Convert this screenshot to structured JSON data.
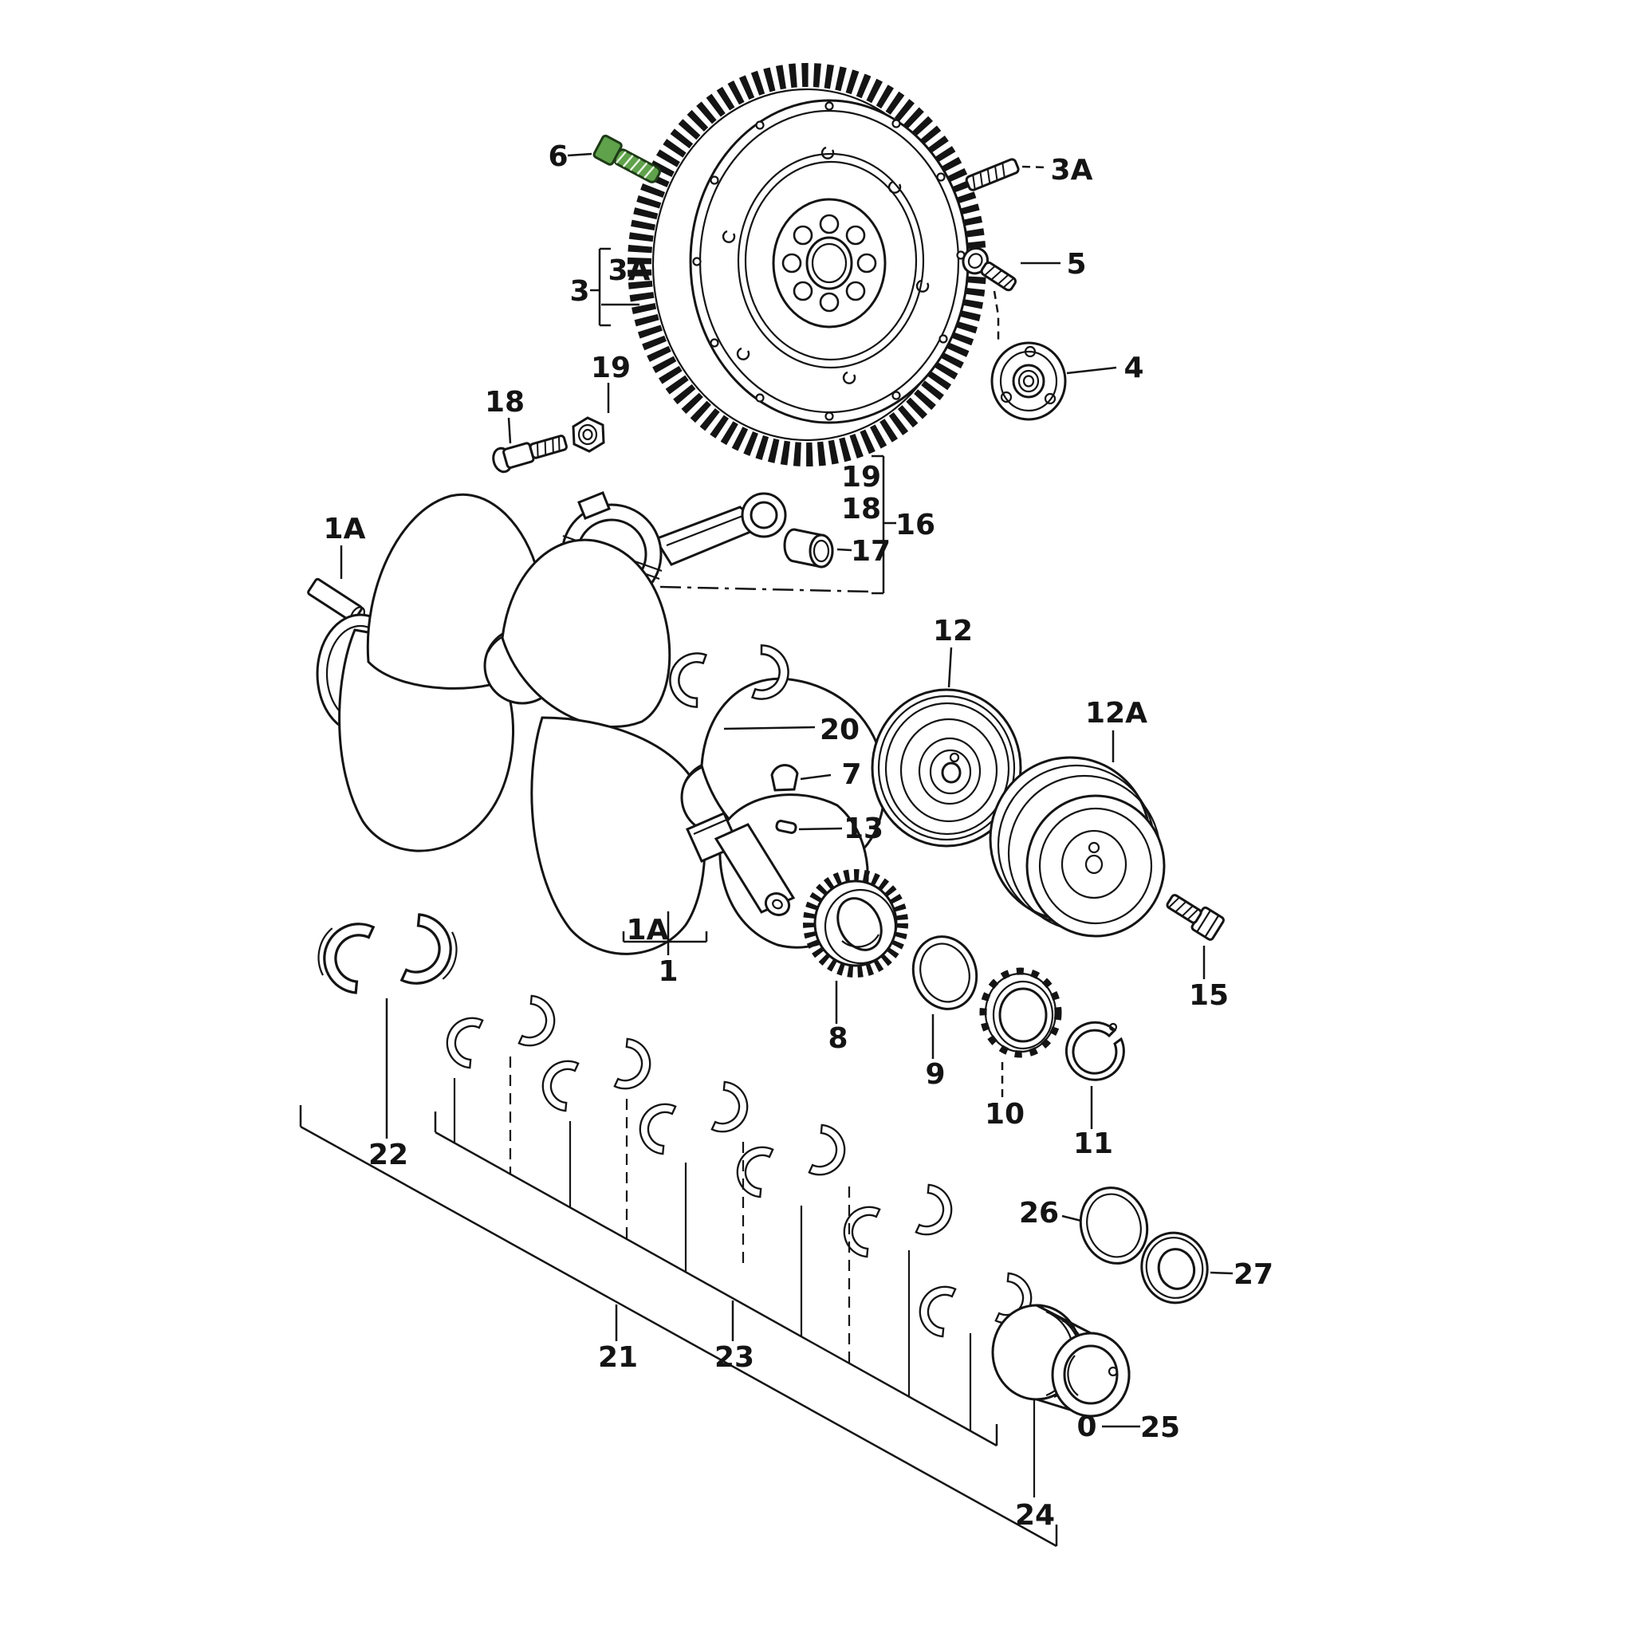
{
  "diagram": {
    "kind": "exploded-parts-diagram",
    "subject": "crankshaft, flywheel and bearing assembly",
    "background": "#ffffff",
    "line_color": "#141414",
    "highlight_color": "#5fa24b"
  },
  "labels": [
    {
      "text": "6"
    },
    {
      "text": "3A"
    },
    {
      "text": "3"
    },
    {
      "text": "3A"
    },
    {
      "text": "5"
    },
    {
      "text": "4"
    },
    {
      "text": "19"
    },
    {
      "text": "18"
    },
    {
      "text": "19"
    },
    {
      "text": "18"
    },
    {
      "text": "16"
    },
    {
      "text": "17"
    },
    {
      "text": "1A"
    },
    {
      "text": "20"
    },
    {
      "text": "7"
    },
    {
      "text": "13"
    },
    {
      "text": "12"
    },
    {
      "text": "12A"
    },
    {
      "text": "15"
    },
    {
      "text": "1A"
    },
    {
      "text": "1"
    },
    {
      "text": "8"
    },
    {
      "text": "9"
    },
    {
      "text": "10"
    },
    {
      "text": "11"
    },
    {
      "text": "22"
    },
    {
      "text": "21"
    },
    {
      "text": "23"
    },
    {
      "text": "26"
    },
    {
      "text": "27"
    },
    {
      "text": "0"
    },
    {
      "text": "25"
    },
    {
      "text": "24"
    }
  ]
}
